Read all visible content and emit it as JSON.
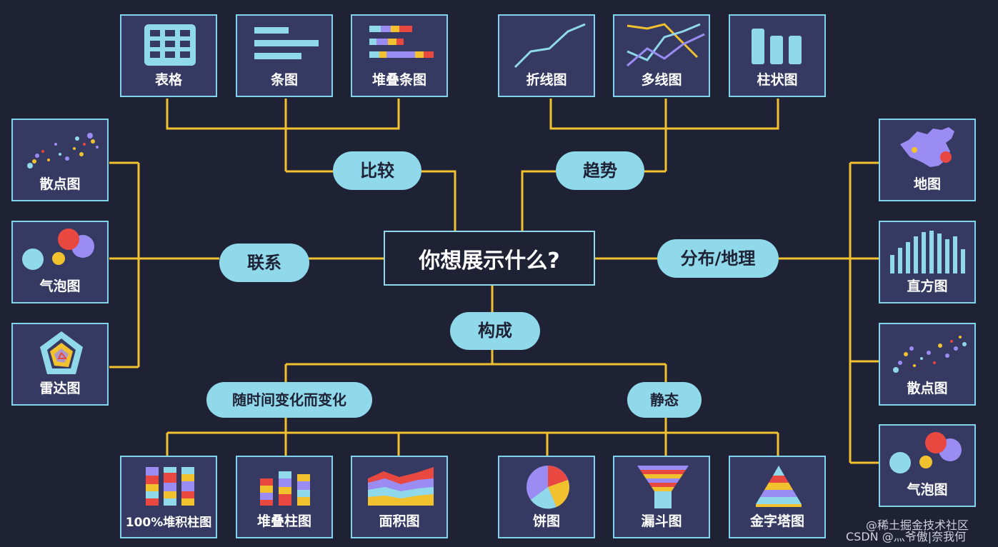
{
  "colors": {
    "background": "#1f2135",
    "card": "#363a63",
    "card_border": "#7fd3ea",
    "connector": "#f2c12e",
    "pill": "#8fd9ea"
  },
  "center": {
    "question": "你想展示什么?"
  },
  "categories": {
    "compare": "比较",
    "trend": "趋势",
    "relation": "联系",
    "distribution": "分布/地理",
    "composition": "构成",
    "over_time": "随时间变化而变化",
    "static": "静态"
  },
  "cards": {
    "table": {
      "label": "表格",
      "icon": "table-icon"
    },
    "bar": {
      "label": "条图",
      "icon": "bar-chart-icon"
    },
    "stacked_bar": {
      "label": "堆叠条图",
      "icon": "stacked-bar-icon"
    },
    "line": {
      "label": "折线图",
      "icon": "line-chart-icon"
    },
    "multi_line": {
      "label": "多线图",
      "icon": "multi-line-icon"
    },
    "column": {
      "label": "柱状图",
      "icon": "column-chart-icon"
    },
    "scatter_left": {
      "label": "散点图",
      "icon": "scatter-icon"
    },
    "bubble_left": {
      "label": "气泡图",
      "icon": "bubble-icon"
    },
    "radar": {
      "label": "雷达图",
      "icon": "radar-icon"
    },
    "map": {
      "label": "地图",
      "icon": "map-icon"
    },
    "histogram": {
      "label": "直方图",
      "icon": "histogram-icon"
    },
    "scatter_right": {
      "label": "散点图",
      "icon": "scatter-icon"
    },
    "bubble_right": {
      "label": "气泡图",
      "icon": "bubble-icon"
    },
    "percent_stacked": {
      "label": "100%堆积柱图",
      "icon": "percent-stacked-column-icon"
    },
    "stacked_column": {
      "label": "堆叠柱图",
      "icon": "stacked-column-icon"
    },
    "area": {
      "label": "面积图",
      "icon": "area-chart-icon"
    },
    "pie": {
      "label": "饼图",
      "icon": "pie-chart-icon"
    },
    "funnel": {
      "label": "漏斗图",
      "icon": "funnel-icon"
    },
    "pyramid": {
      "label": "金字塔图",
      "icon": "pyramid-icon"
    }
  },
  "watermark": {
    "line1": "@稀土掘金技术社区",
    "line2": "CSDN @灬爷傲|奈我何"
  }
}
